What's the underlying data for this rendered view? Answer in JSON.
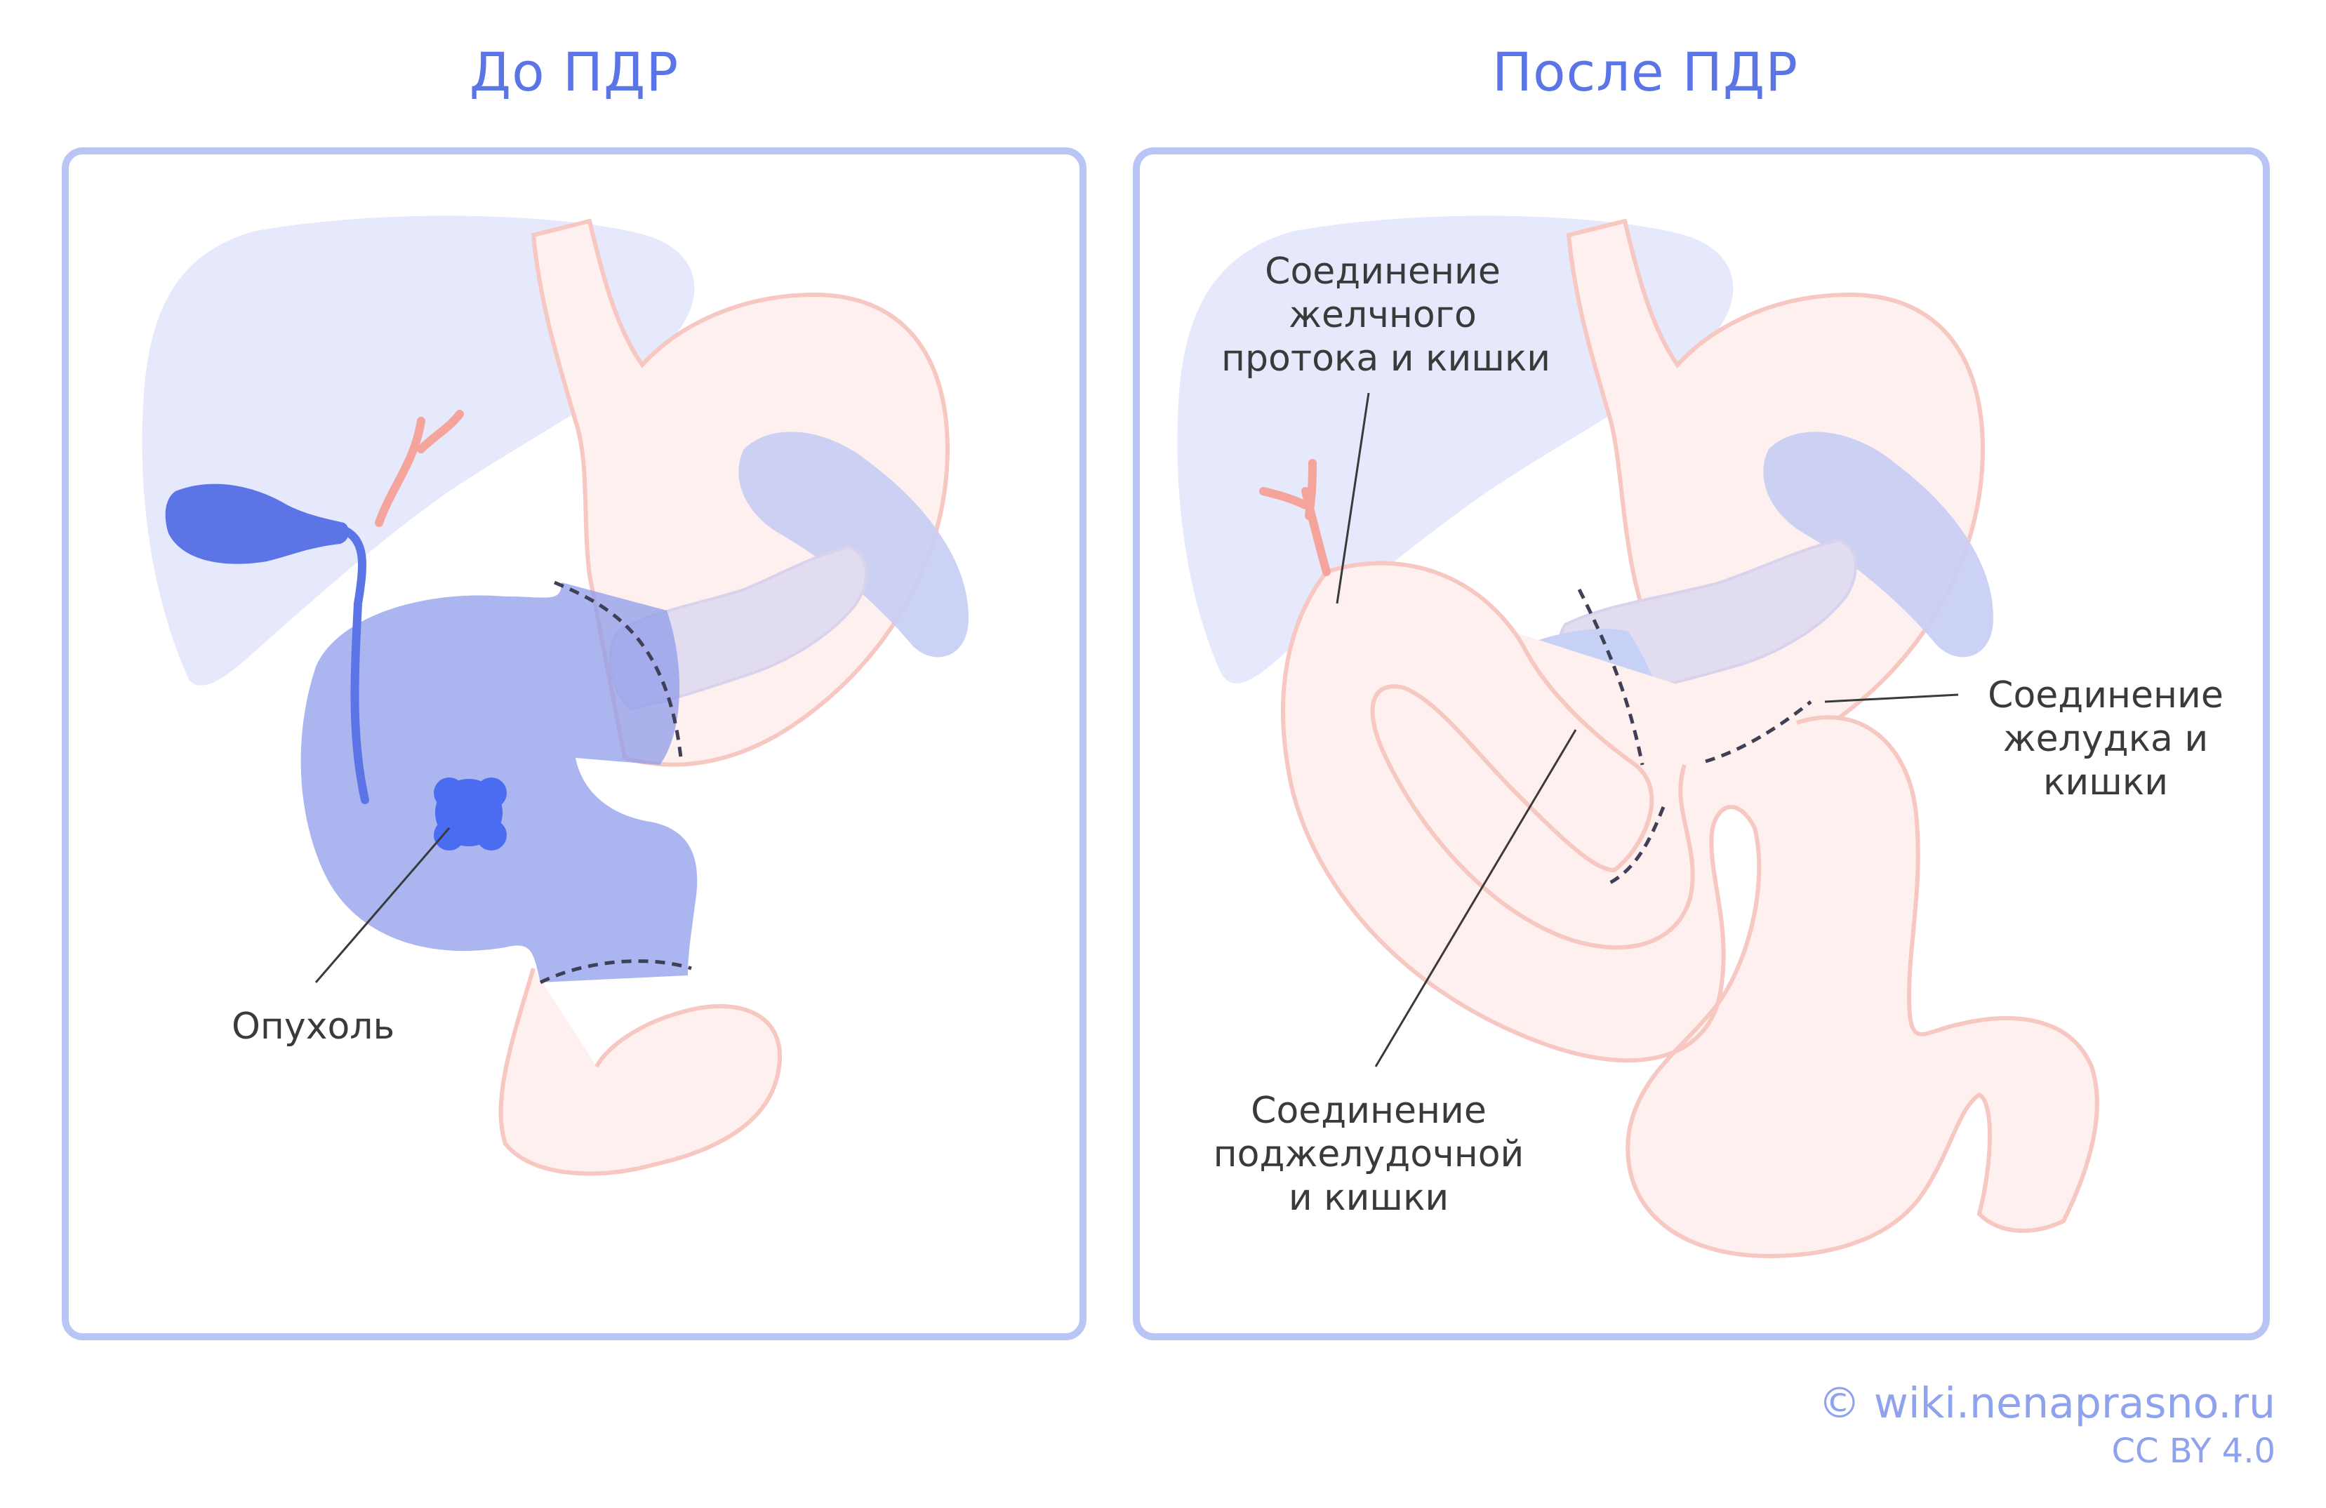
{
  "panels": {
    "before": {
      "title": "До ПДР",
      "labels": {
        "tumor": "Опухоль"
      }
    },
    "after": {
      "title": "После ПДР",
      "labels": {
        "bile_line1": "Соединение",
        "bile_line2": "желчного",
        "bile_line3": "протока и кишки",
        "stomach_line1": "Соединение",
        "stomach_line2": "желудка и",
        "stomach_line3": "кишки",
        "pancreas_line1": "Соединение",
        "pancreas_line2": "поджелудочной",
        "pancreas_line3": "и кишки"
      }
    }
  },
  "footer": {
    "site": "© wiki.nenaprasno.ru",
    "license": "CC BY 4.0"
  },
  "colors": {
    "title": "#5b74e6",
    "frame": "#b9c6f5",
    "liver": "#e6e8fb",
    "stomach_fill": "#fdf0ef",
    "stomach_stroke": "#f7c7c2",
    "removed": "#8f9cea",
    "tumor": "#4a6cf0",
    "bile": "#f5a49c"
  }
}
